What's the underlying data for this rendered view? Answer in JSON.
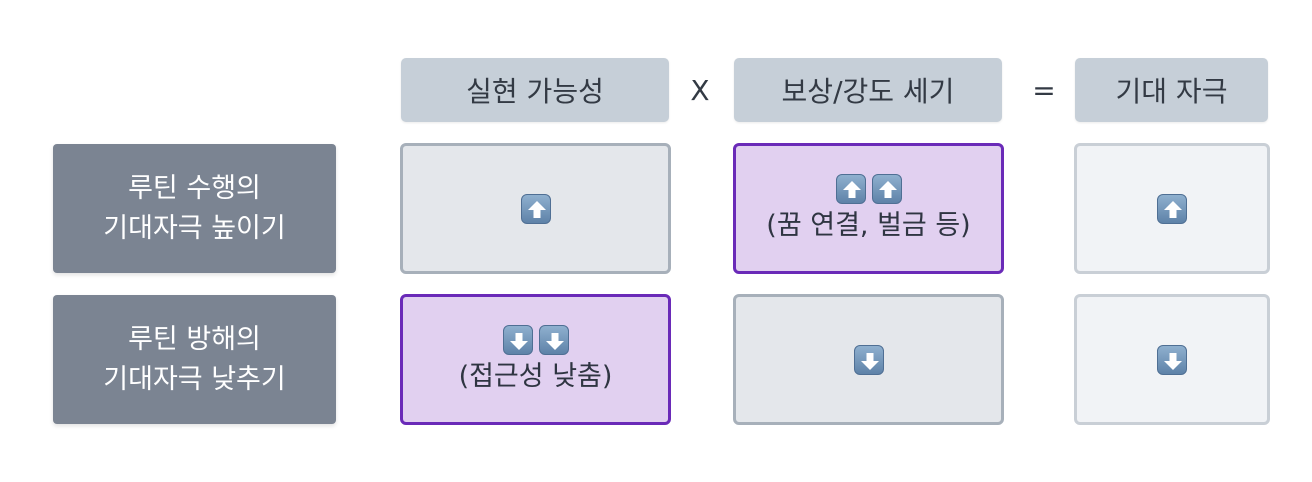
{
  "header": {
    "col1": "실현 가능성",
    "op1": "X",
    "col2": "보상/강도 세기",
    "op2": "=",
    "col3": "기대 자극"
  },
  "rows": [
    {
      "label_line1": "루틴 수행의",
      "label_line2": "기대자극 높이기",
      "cell1": {
        "icon": "up-arrow-icon",
        "count": 1,
        "note": ""
      },
      "cell2": {
        "icon": "up-arrow-icon",
        "count": 2,
        "note": "(꿈 연결, 벌금 등)"
      },
      "cell3": {
        "icon": "up-arrow-icon",
        "count": 1,
        "note": ""
      }
    },
    {
      "label_line1": "루틴 방해의",
      "label_line2": "기대자극 낮추기",
      "cell1": {
        "icon": "down-arrow-icon",
        "count": 2,
        "note": "(접근성 낮춤)"
      },
      "cell2": {
        "icon": "down-arrow-icon",
        "count": 1,
        "note": ""
      },
      "cell3": {
        "icon": "down-arrow-icon",
        "count": 1,
        "note": ""
      }
    }
  ],
  "colors": {
    "header_bg": "#c6cfd8",
    "row_label_bg": "#7b8492",
    "highlight_bg": "#e1d0f0",
    "highlight_border": "#6a2ab8",
    "box_bg": "#e4e7eb",
    "box_light_bg": "#f1f3f6",
    "icon_blue": "#6f93b8"
  }
}
